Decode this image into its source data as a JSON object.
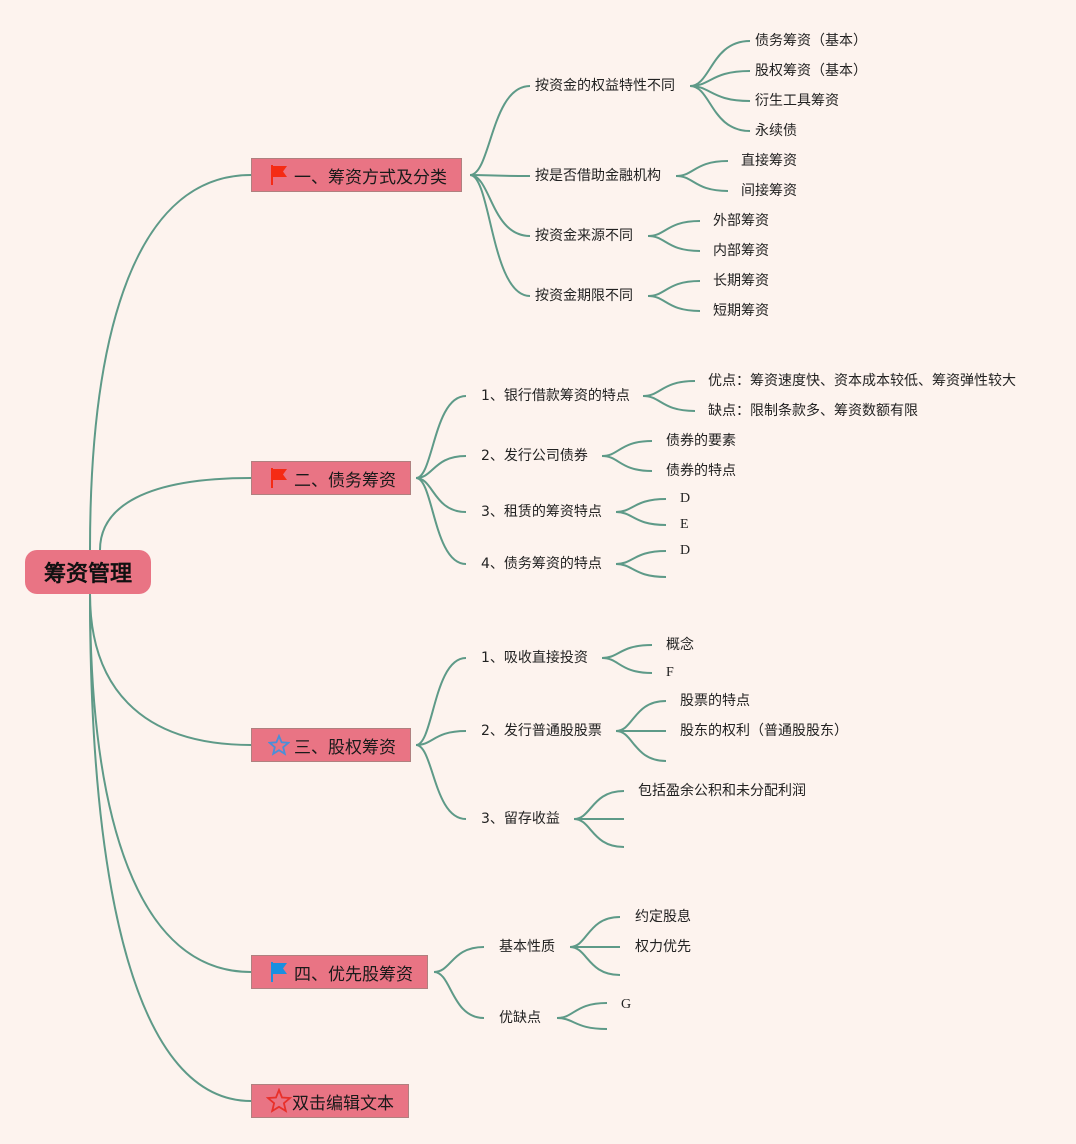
{
  "root": {
    "label": "筹资管理"
  },
  "colors": {
    "node_fill": "#e97484",
    "line": "#5e9a88",
    "background": "#fdf3ee",
    "flag_red": "#f52b14",
    "flag_blue": "#1a8fe0",
    "star_blue": "#4a8fd8",
    "star_red": "#e8302a"
  },
  "branches": [
    {
      "label": "一、筹资方式及分类",
      "icon": "red-flag-icon",
      "children": [
        {
          "label": "按资金的权益特性不同",
          "children": [
            "债务筹资（基本）",
            "股权筹资（基本）",
            "衍生工具筹资",
            "永续债"
          ]
        },
        {
          "label": "按是否借助金融机构",
          "children": [
            "直接筹资",
            "间接筹资"
          ]
        },
        {
          "label": "按资金来源不同",
          "children": [
            "外部筹资",
            "内部筹资"
          ]
        },
        {
          "label": "按资金期限不同",
          "children": [
            "长期筹资",
            "短期筹资"
          ]
        }
      ]
    },
    {
      "label": "二、债务筹资",
      "icon": "red-flag-icon",
      "children": [
        {
          "label": "1、银行借款筹资的特点",
          "children": [
            "优点：筹资速度快、资本成本较低、筹资弹性较大",
            "缺点：限制条款多、筹资数额有限"
          ]
        },
        {
          "label": "2、发行公司债券",
          "children": [
            "债券的要素",
            "债券的特点"
          ]
        },
        {
          "label": "3、租赁的筹资特点",
          "children": [
            "D",
            "E"
          ]
        },
        {
          "label": "4、债务筹资的特点",
          "children": [
            "D",
            ""
          ]
        }
      ]
    },
    {
      "label": "三、股权筹资",
      "icon": "blue-star-icon",
      "children": [
        {
          "label": "1、吸收直接投资",
          "children": [
            "概念",
            "F"
          ]
        },
        {
          "label": "2、发行普通股股票",
          "children": [
            "股票的特点",
            "股东的权利（普通股股东）",
            ""
          ]
        },
        {
          "label": "3、留存收益",
          "children": [
            "包括盈余公积和未分配利润",
            "",
            ""
          ]
        }
      ]
    },
    {
      "label": "四、优先股筹资",
      "icon": "blue-flag-icon",
      "children": [
        {
          "label": "基本性质",
          "children": [
            "约定股息",
            "权力优先",
            ""
          ]
        },
        {
          "label": "优缺点",
          "children": [
            "G",
            ""
          ]
        }
      ]
    },
    {
      "label": "双击编辑文本",
      "icon": "red-star-icon",
      "children": []
    }
  ]
}
